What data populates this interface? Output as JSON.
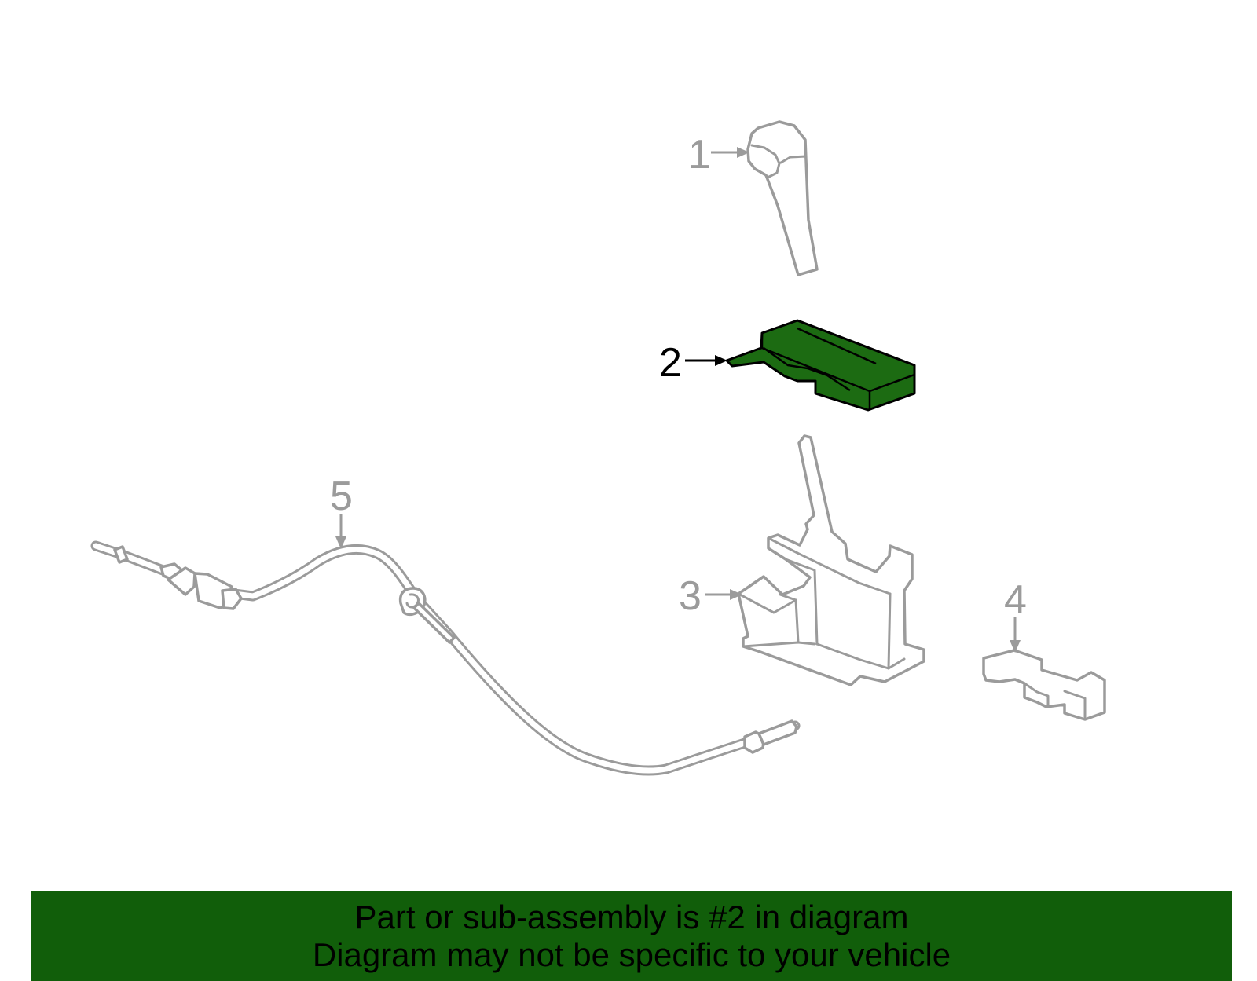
{
  "callouts": {
    "c1": "1",
    "c2": "2",
    "c3": "3",
    "c4": "4",
    "c5": "5"
  },
  "highlighted_part": "2",
  "colors": {
    "highlight_fill": "#1c6b12",
    "part_stroke": "#9b9b9b",
    "banner_bg": "#115e0a"
  },
  "banner": {
    "line1": "Part or sub-assembly is #2 in diagram",
    "line2": "Diagram may not be specific to your vehicle"
  }
}
